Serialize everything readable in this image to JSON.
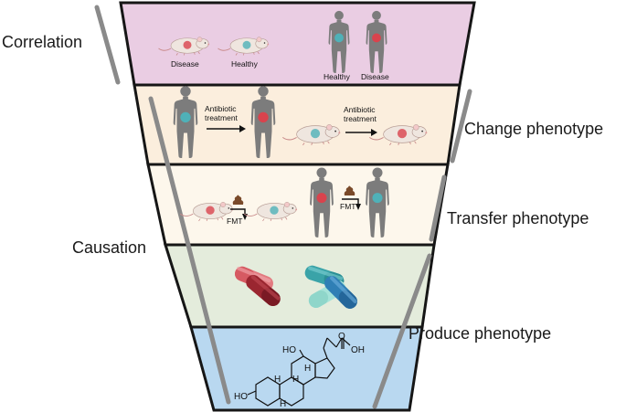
{
  "labels": {
    "correlation": "Correlation",
    "causation": "Causation",
    "change_phenotype": "Change phenotype",
    "transfer_phenotype": "Transfer phenotype",
    "produce_phenotype": "Produce phenotype"
  },
  "tier1": {
    "mouse_disease": "Disease",
    "mouse_healthy": "Healthy",
    "human_healthy": "Healthy",
    "human_disease": "Disease"
  },
  "tier2": {
    "human_treatment_l1": "Antibiotic",
    "human_treatment_l2": "treatment",
    "mouse_treatment_l1": "Antibiotic",
    "mouse_treatment_l2": "treatment"
  },
  "tier3": {
    "fmt_mouse": "FMT",
    "fmt_human": "FMT"
  },
  "tier5": {
    "ho_top": "HO",
    "oh_acid": "OH",
    "o_acid": "O",
    "ho_left": "HO",
    "h1": "H",
    "h2": "H",
    "h3": "H",
    "h4": "H"
  },
  "colors": {
    "tier1": "#eacde3",
    "tier2": "#fbeedd",
    "tier3": "#fdf7ec",
    "tier4": "#e4ecdc",
    "tier5": "#b9d8f0",
    "border": "#161616",
    "bracket": "#8a8a8a",
    "figure": "#7c7c7c",
    "gut_blue": "#4fb1b8",
    "gut_red": "#d9434d",
    "capsule_red": "#b43a45",
    "capsule_blue": "#2f8ab8"
  },
  "icons": [
    "mouse-icon",
    "human-silhouette-icon",
    "arrow-icon",
    "stool-icon",
    "capsule-icon",
    "steroid-molecule-icon"
  ]
}
